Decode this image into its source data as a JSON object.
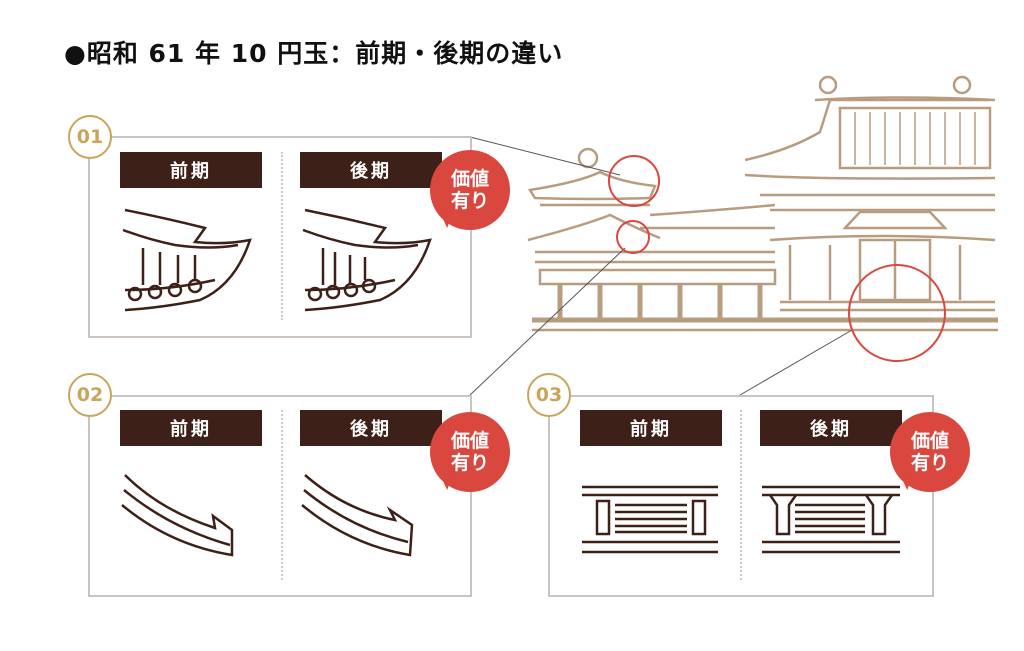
{
  "title": "●昭和 61 年 10 円玉：前期・後期の違い",
  "colors": {
    "label_bg": "#3d2017",
    "badge": "#d9473f",
    "number_ring": "#c9a55a",
    "building": "#b89c80",
    "highlight": "#d9473f"
  },
  "panels": [
    {
      "number": "01",
      "early_label": "前期",
      "late_label": "後期",
      "badge": [
        "価値",
        "有り"
      ]
    },
    {
      "number": "02",
      "early_label": "前期",
      "late_label": "後期",
      "badge": [
        "価値",
        "有り"
      ]
    },
    {
      "number": "03",
      "early_label": "前期",
      "late_label": "後期",
      "badge": [
        "価値",
        "有り"
      ]
    }
  ]
}
